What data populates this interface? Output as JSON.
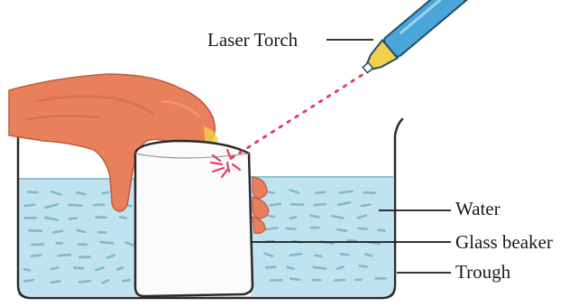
{
  "labels": {
    "laser_torch": "Laser Torch",
    "water": "Water",
    "glass_beaker": "Glass beaker",
    "trough": "Trough"
  },
  "colors": {
    "water": "#bfe3ef",
    "water_dash": "#7fb8cc",
    "skin": "#e9805c",
    "skin_dark": "#c9533a",
    "torch_body": "#4aa6d8",
    "torch_tip": "#f2d04a",
    "laser_beam": "#e0405f",
    "outline": "#2a2a2a"
  }
}
